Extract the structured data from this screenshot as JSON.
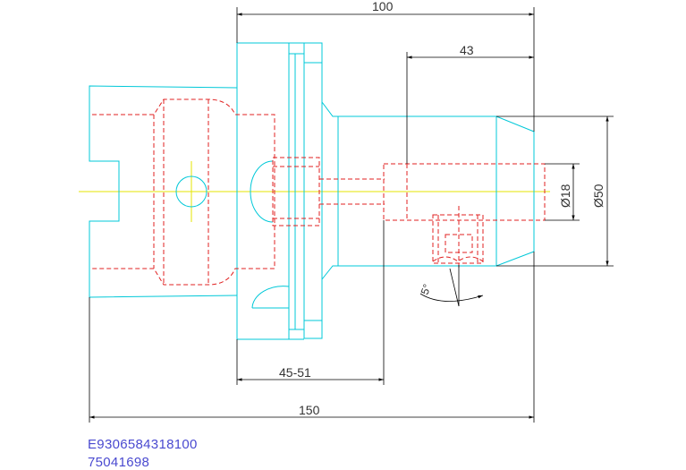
{
  "dimensions": {
    "overall_top": "100",
    "bore_depth": "43",
    "small_bore_dia": "Ø18",
    "outer_dia": "Ø50",
    "gauge_range": "45-51",
    "overall_length": "150",
    "thread_angle": "5°"
  },
  "codes": {
    "line1": "E9306584318100",
    "line2": "75041698"
  },
  "colors": {
    "outline": "#00c8d8",
    "hidden": "#e02020",
    "dimension": "#000000",
    "centerline": "#e6e600",
    "code_text": "#4a4ad0"
  }
}
